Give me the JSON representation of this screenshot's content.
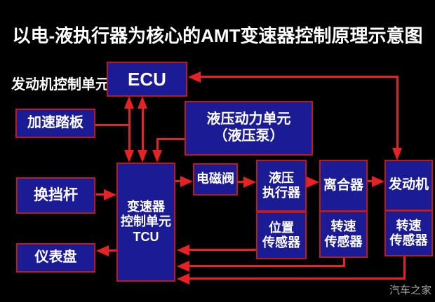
{
  "title": "以电-液执行器为核心的AMT变速器控制原理示意图",
  "watermark": "汽车之家",
  "colors": {
    "background": "#000000",
    "box_fill": "#1b1b96",
    "box_border": "#b81c1c",
    "arrow": "#e62222",
    "text": "#ffffff",
    "watermark": "#a9a9a9"
  },
  "diagram": {
    "ecu_side_label": "发动机控制单元",
    "nodes": {
      "ecu": "ECU",
      "accelerator_pedal": "加速踏板",
      "hydraulic_power_unit": "液压动力单元\n（液压泵）",
      "shift_lever": "换挡杆",
      "tcu": "变速器\n控制单元\nTCU",
      "solenoid_valve": "电磁阀",
      "hydraulic_actuator": "液压\n执行器",
      "position_sensor": "位置\n传感器",
      "clutch": "离合器",
      "speed_sensor_1": "转速\n传感器",
      "engine": "发动机",
      "speed_sensor_2": "转速\n传感器",
      "dashboard": "仪表盘"
    }
  }
}
